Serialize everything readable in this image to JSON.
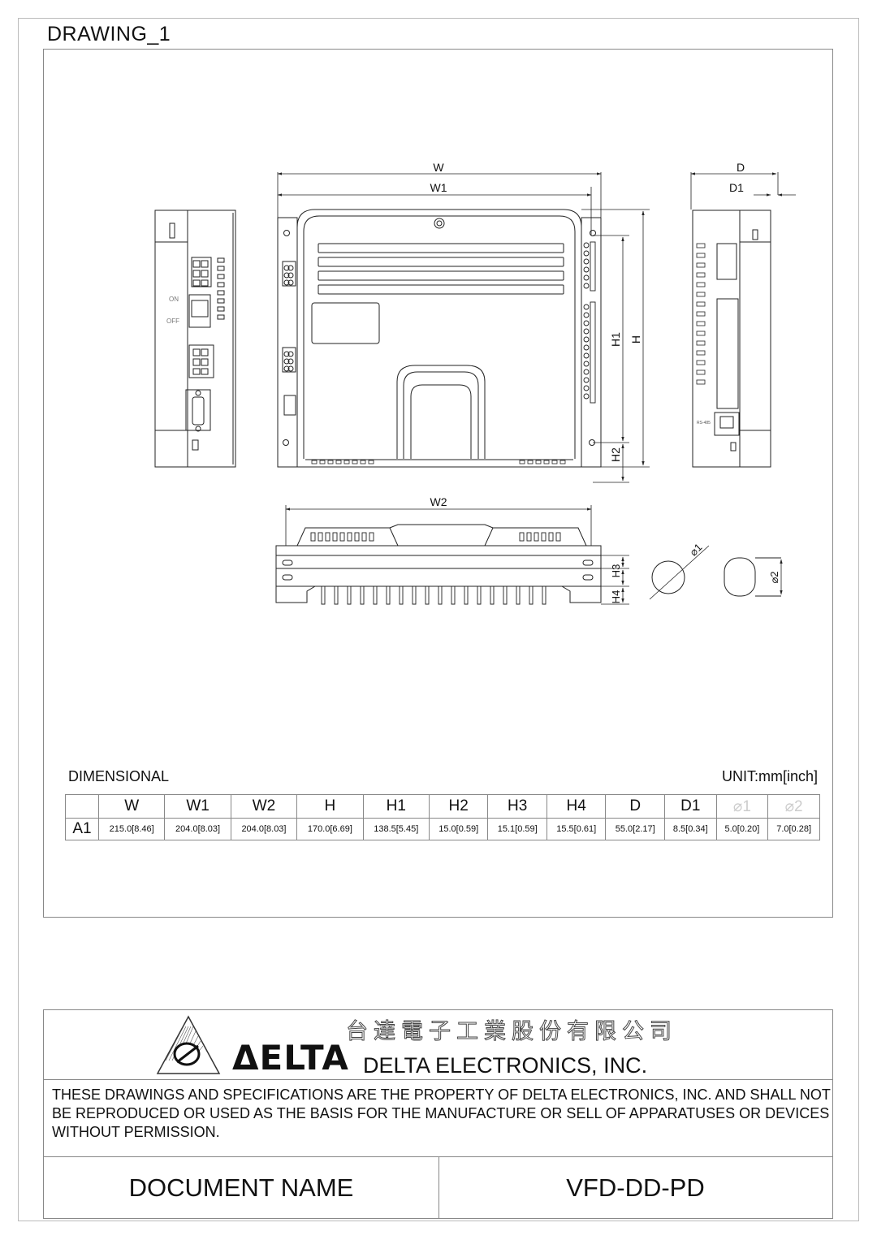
{
  "drawing_title": "DRAWING_1",
  "dimension_labels": {
    "W": "W",
    "W1": "W1",
    "W2": "W2",
    "H": "H",
    "H1": "H1",
    "H2": "H2",
    "H3": "H3",
    "H4": "H4",
    "D": "D",
    "D1": "D1",
    "phi1": "⌀1",
    "phi2": "⌀2"
  },
  "panel_labels": {
    "on": "ON",
    "off": "OFF",
    "rs485": "RS-485"
  },
  "dimensions_table": {
    "caption": "DIMENSIONAL",
    "unit": "UNIT:mm[inch]",
    "headers": [
      "",
      "W",
      "W1",
      "W2",
      "H",
      "H1",
      "H2",
      "H3",
      "H4",
      "D",
      "D1",
      "⌀1",
      "⌀2"
    ],
    "rows": [
      {
        "model": "A1",
        "values": [
          "215.0[8.46]",
          "204.0[8.03]",
          "204.0[8.03]",
          "170.0[6.69]",
          "138.5[5.45]",
          "15.0[0.59]",
          "15.1[0.59]",
          "15.5[0.61]",
          "55.0[2.17]",
          "8.5[0.34]",
          "5.0[0.20]",
          "7.0[0.28]"
        ]
      }
    ]
  },
  "title_block": {
    "chinese_name": "台達電子工業股份有限公司",
    "brand": "ΔELTA",
    "company": "DELTA ELECTRONICS, INC.",
    "notice": "THESE DRAWINGS AND SPECIFICATIONS ARE THE PROPERTY OF DELTA ELECTRONICS, INC. AND SHALL NOT BE REPRODUCED OR USED AS THE BASIS FOR THE MANUFACTURE OR SELL OF APPARATUSES OR DEVICES WITHOUT PERMISSION.",
    "document_name_label": "DOCUMENT NAME",
    "document_name": "VFD-DD-PD"
  }
}
